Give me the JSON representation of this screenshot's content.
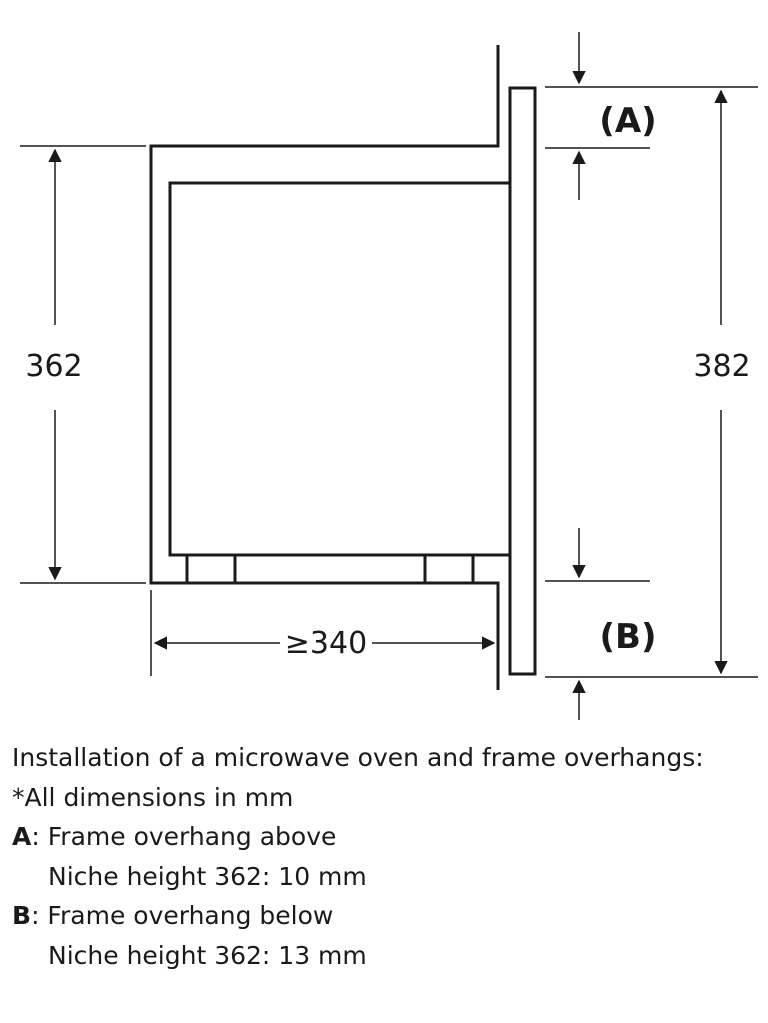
{
  "diagram": {
    "dimensions": {
      "niche_height": "362",
      "frame_height": "382",
      "depth": "≥340"
    },
    "labels": {
      "a": "(A)",
      "b": "(B)"
    },
    "line_color": "#1a1a1a"
  },
  "caption": {
    "title": "Installation of a microwave oven and frame overhangs:",
    "units_note": "*All dimensions in mm",
    "a_key": "A",
    "a_desc": ": Frame overhang above",
    "a_value": "Niche height 362: 10 mm",
    "b_key": "B",
    "b_desc": ": Frame overhang below",
    "b_value": "Niche height 362: 13 mm"
  }
}
